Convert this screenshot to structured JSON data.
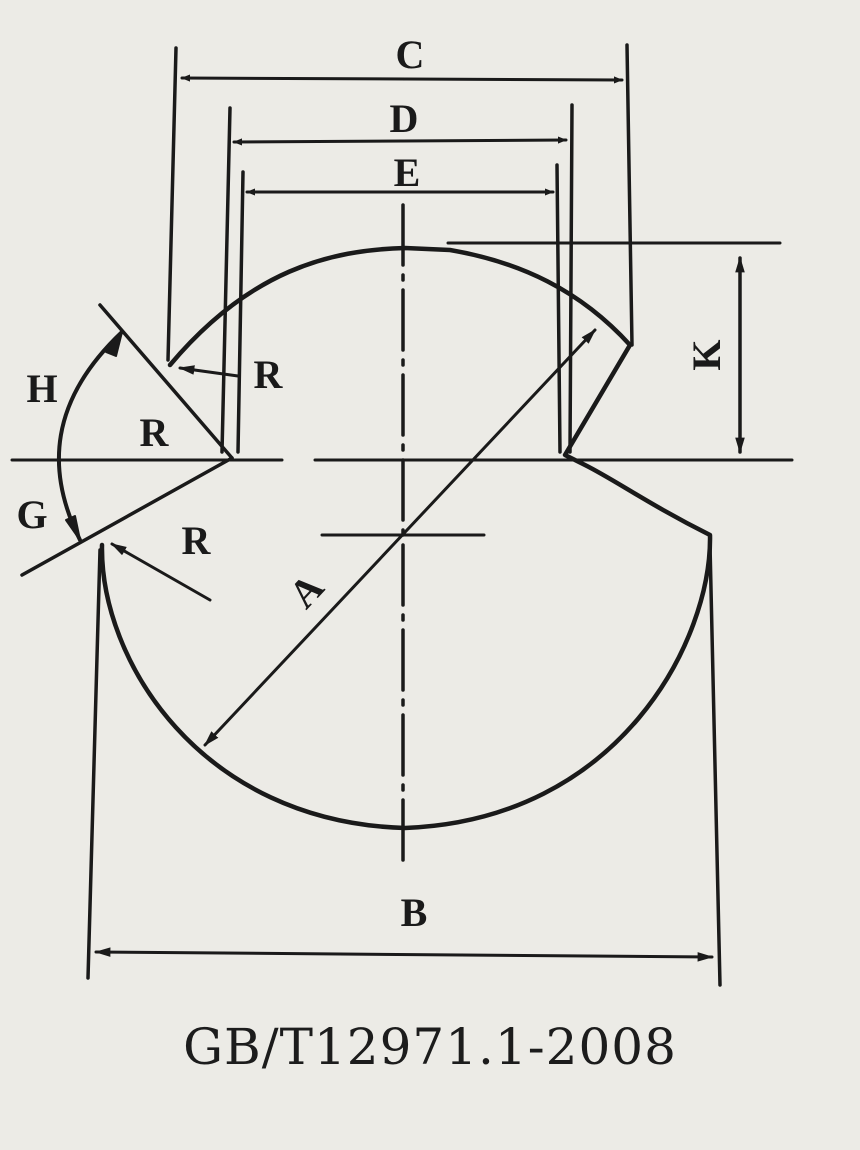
{
  "diagram": {
    "labels": {
      "C": "C",
      "D": "D",
      "E": "E",
      "K": "K",
      "H": "H",
      "G": "G",
      "R_top": "R",
      "R_left": "R",
      "R_bottom": "R",
      "A": "A",
      "B": "B"
    },
    "standard": "GB/T12971.1-2008",
    "colors": {
      "paper": "#ecebe6",
      "ink": "#1a1a1a"
    }
  }
}
